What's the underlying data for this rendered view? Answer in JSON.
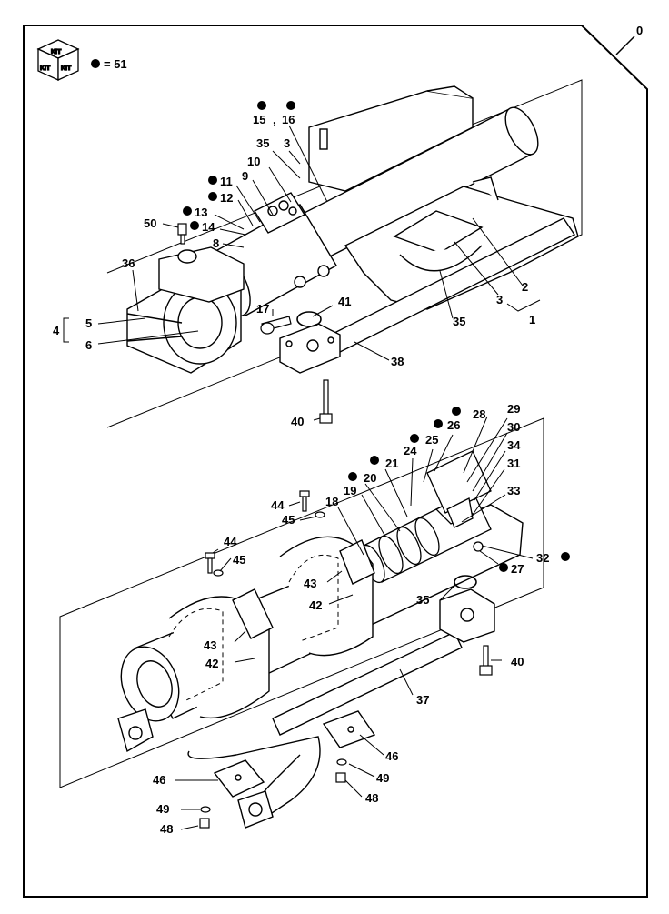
{
  "page_label": "0",
  "kit": {
    "icon_text": "KIT",
    "legend_text": "= 51"
  },
  "callouts": [
    {
      "id": "c15",
      "text": "15",
      "dot": true
    },
    {
      "id": "c16",
      "text": "16",
      "dot": true
    },
    {
      "id": "c35a",
      "text": "35",
      "dot": false
    },
    {
      "id": "c3a",
      "text": "3",
      "dot": false
    },
    {
      "id": "c10",
      "text": "10",
      "dot": false
    },
    {
      "id": "c9",
      "text": "9",
      "dot": false
    },
    {
      "id": "c11",
      "text": "11",
      "dot": true
    },
    {
      "id": "c12",
      "text": "12",
      "dot": true
    },
    {
      "id": "c13",
      "text": "13",
      "dot": true
    },
    {
      "id": "c14",
      "text": "14",
      "dot": true
    },
    {
      "id": "c50",
      "text": "50",
      "dot": false
    },
    {
      "id": "c8",
      "text": "8",
      "dot": false
    },
    {
      "id": "c36",
      "text": "36",
      "dot": false
    },
    {
      "id": "c4",
      "text": "4",
      "dot": false
    },
    {
      "id": "c5",
      "text": "5",
      "dot": false
    },
    {
      "id": "c6",
      "text": "6",
      "dot": false
    },
    {
      "id": "c17",
      "text": "17",
      "dot": false
    },
    {
      "id": "c41",
      "text": "41",
      "dot": false
    },
    {
      "id": "c38",
      "text": "38",
      "dot": false
    },
    {
      "id": "c35b",
      "text": "35",
      "dot": false
    },
    {
      "id": "c3b",
      "text": "3",
      "dot": false
    },
    {
      "id": "c2",
      "text": "2",
      "dot": false
    },
    {
      "id": "c1",
      "text": "1",
      "dot": false
    },
    {
      "id": "c40a",
      "text": "40",
      "dot": false
    },
    {
      "id": "c28",
      "text": "28",
      "dot": true
    },
    {
      "id": "c29",
      "text": "29",
      "dot": false
    },
    {
      "id": "c26",
      "text": "26",
      "dot": true
    },
    {
      "id": "c30",
      "text": "30",
      "dot": false
    },
    {
      "id": "c25",
      "text": "25",
      "dot": true
    },
    {
      "id": "c24",
      "text": "24",
      "dot": false
    },
    {
      "id": "c34",
      "text": "34",
      "dot": false
    },
    {
      "id": "c21",
      "text": "21",
      "dot": true
    },
    {
      "id": "c31",
      "text": "31",
      "dot": false
    },
    {
      "id": "c20",
      "text": "20",
      "dot": true
    },
    {
      "id": "c33",
      "text": "33",
      "dot": false
    },
    {
      "id": "c19",
      "text": "19",
      "dot": false
    },
    {
      "id": "c18",
      "text": "18",
      "dot": false
    },
    {
      "id": "c44a",
      "text": "44",
      "dot": false
    },
    {
      "id": "c45a",
      "text": "45",
      "dot": false
    },
    {
      "id": "c32",
      "text": "32",
      "dot": true
    },
    {
      "id": "c27",
      "text": "27",
      "dot": true
    },
    {
      "id": "c44b",
      "text": "44",
      "dot": false
    },
    {
      "id": "c45b",
      "text": "45",
      "dot": false
    },
    {
      "id": "c43a",
      "text": "43",
      "dot": false
    },
    {
      "id": "c42a",
      "text": "42",
      "dot": false
    },
    {
      "id": "c35c",
      "text": "35",
      "dot": false
    },
    {
      "id": "c43b",
      "text": "43",
      "dot": false
    },
    {
      "id": "c42b",
      "text": "42",
      "dot": false
    },
    {
      "id": "c40b",
      "text": "40",
      "dot": false
    },
    {
      "id": "c37",
      "text": "37",
      "dot": false
    },
    {
      "id": "c46a",
      "text": "46",
      "dot": false
    },
    {
      "id": "c46b",
      "text": "46",
      "dot": false
    },
    {
      "id": "c49a",
      "text": "49",
      "dot": false
    },
    {
      "id": "c48a",
      "text": "48",
      "dot": false
    },
    {
      "id": "c49b",
      "text": "49",
      "dot": false
    },
    {
      "id": "c48b",
      "text": "48",
      "dot": false
    }
  ]
}
